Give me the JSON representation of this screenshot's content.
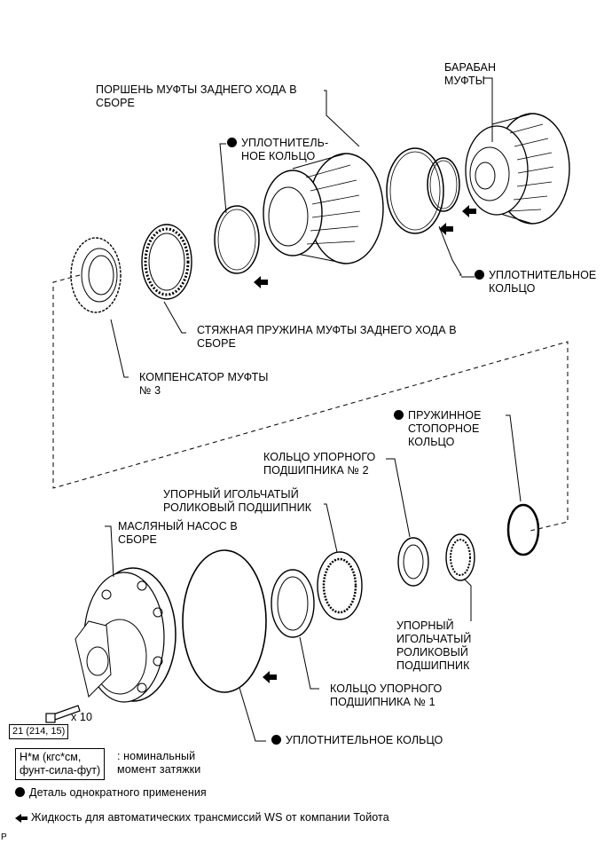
{
  "labels": {
    "drum": "БАРАБАН\nМУФТЫ",
    "reverse_piston": "ПОРШЕНЬ МУФТЫ ЗАДНЕГО ХОДА В\nСБОРЕ",
    "o_ring_top": "УПЛОТНИТЕЛЬ-\nНОЕ КОЛЬЦО",
    "o_ring_right": "УПЛОТНИТЕЛЬНОЕ\nКОЛЬЦО",
    "return_spring": "СТЯЖНАЯ ПРУЖИНА МУФТЫ ЗАДНЕГО ХОДА В\nСБОРЕ",
    "compensator": "КОМПЕНСАТОР МУФТЫ\n№ 3",
    "snap_ring": "ПРУЖИННОЕ\nСТОПОРНОЕ\nКОЛЬЦО",
    "race_2": "КОЛЬЦО УПОРНОГО\nПОДШИПНИКА № 2",
    "needle_bearing_top": "УПОРНЫЙ ИГОЛЬЧАТЫЙ\nРОЛИКОВЫЙ ПОДШИПНИК",
    "oil_pump": "МАСЛЯНЫЙ НАСОС В\nСБОРЕ",
    "needle_bearing_right": "УПОРНЫЙ\nИГОЛЬЧАТЫЙ\nРОЛИКОВЫЙ\nПОДШИПНИК",
    "race_1": "КОЛЬЦО УПОРНОГО\nПОДШИПНИКА № 1",
    "o_ring_bottom": "УПЛОТНИТЕЛЬНОЕ КОЛЬЦО",
    "bolt_count": "x 10",
    "torque_value": "21 (214, 15)"
  },
  "legend": {
    "units": "Н*м (кгс*см,\nфунт-сила-фут)",
    "units_desc": ": номинальный\nмомент затяжки",
    "single_use": "Деталь однократного применения",
    "fluid": "Жидкость для автоматических трансмиссий WS от компании Тойота"
  },
  "corner_mark": "P"
}
